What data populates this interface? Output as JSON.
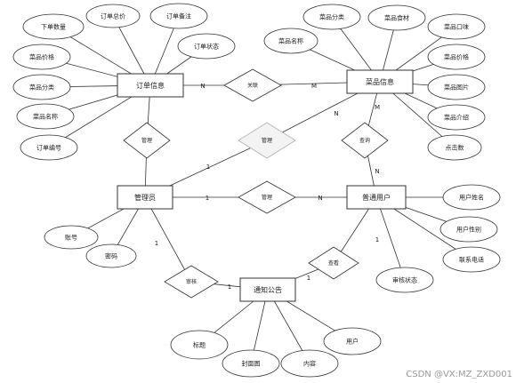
{
  "entities": [
    {
      "id": "order",
      "label": "订单信息"
    },
    {
      "id": "dish",
      "label": "菜品信息"
    },
    {
      "id": "admin",
      "label": "管理员"
    },
    {
      "id": "user",
      "label": "普通用户"
    },
    {
      "id": "notice",
      "label": "通知公告"
    }
  ],
  "attributes": [
    {
      "id": "a_order_qty",
      "label": "下单数量",
      "entity": "order"
    },
    {
      "id": "a_order_price",
      "label": "订单总价",
      "entity": "order"
    },
    {
      "id": "a_order_remark",
      "label": "订单备注",
      "entity": "order"
    },
    {
      "id": "a_order_dprice",
      "label": "菜品价格",
      "entity": "order"
    },
    {
      "id": "a_order_status",
      "label": "订单状态",
      "entity": "order"
    },
    {
      "id": "a_order_dcat",
      "label": "菜品分类",
      "entity": "order"
    },
    {
      "id": "a_order_dname",
      "label": "菜品名称",
      "entity": "order"
    },
    {
      "id": "a_order_no",
      "label": "订单编号",
      "entity": "order"
    },
    {
      "id": "a_dish_cat",
      "label": "菜品分类",
      "entity": "dish"
    },
    {
      "id": "a_dish_ingr",
      "label": "菜品食材",
      "entity": "dish"
    },
    {
      "id": "a_dish_name",
      "label": "菜品名称",
      "entity": "dish"
    },
    {
      "id": "a_dish_taste",
      "label": "菜品口味",
      "entity": "dish"
    },
    {
      "id": "a_dish_price",
      "label": "菜品价格",
      "entity": "dish"
    },
    {
      "id": "a_dish_img",
      "label": "菜品图片",
      "entity": "dish"
    },
    {
      "id": "a_dish_intro",
      "label": "菜品介绍",
      "entity": "dish"
    },
    {
      "id": "a_dish_clicks",
      "label": "点击数",
      "entity": "dish"
    },
    {
      "id": "a_admin_acct",
      "label": "账号",
      "entity": "admin"
    },
    {
      "id": "a_admin_pwd",
      "label": "密码",
      "entity": "admin"
    },
    {
      "id": "a_user_name",
      "label": "用户姓名",
      "entity": "user"
    },
    {
      "id": "a_user_gender",
      "label": "用户性别",
      "entity": "user"
    },
    {
      "id": "a_user_phone",
      "label": "联系电话",
      "entity": "user"
    },
    {
      "id": "a_user_audit",
      "label": "审核状态",
      "entity": "user"
    },
    {
      "id": "a_notice_title",
      "label": "标题",
      "entity": "notice"
    },
    {
      "id": "a_notice_cover",
      "label": "封面图",
      "entity": "notice"
    },
    {
      "id": "a_notice_content",
      "label": "内容",
      "entity": "notice"
    },
    {
      "id": "a_notice_user",
      "label": "用户",
      "entity": "notice"
    }
  ],
  "relationships": [
    {
      "id": "r_relate",
      "label": "关联",
      "style": "normal"
    },
    {
      "id": "r_manage1",
      "label": "管理",
      "style": "normal"
    },
    {
      "id": "r_manage2",
      "label": "管理",
      "style": "shaded"
    },
    {
      "id": "r_manage3",
      "label": "管理",
      "style": "normal"
    },
    {
      "id": "r_query",
      "label": "查询",
      "style": "normal"
    },
    {
      "id": "r_audit",
      "label": "审核",
      "style": "normal"
    },
    {
      "id": "r_view",
      "label": "查看",
      "style": "normal"
    }
  ],
  "cardinalities": [
    {
      "id": "c_order_rel",
      "text": "N"
    },
    {
      "id": "c_rel_dish",
      "text": "M"
    },
    {
      "id": "c_dish_q",
      "text": "M"
    },
    {
      "id": "c_q_user",
      "text": "N"
    },
    {
      "id": "c_dish_m2",
      "text": "N"
    },
    {
      "id": "c_admin_m2",
      "text": "1"
    },
    {
      "id": "c_admin_m3",
      "text": "1"
    },
    {
      "id": "c_m3_user",
      "text": "N"
    },
    {
      "id": "c_admin_aud",
      "text": "1"
    },
    {
      "id": "c_aud_notice",
      "text": "1"
    },
    {
      "id": "c_user_view",
      "text": "1"
    },
    {
      "id": "c_view_notice",
      "text": "1"
    }
  ],
  "watermark": "CSDN @VX:MZ_ZXD001",
  "colors": {
    "line": "#333333",
    "shaded_stroke": "#b0b0b0",
    "shaded_fill": "#f3f3f3",
    "watermark": "#9a9a9a"
  }
}
